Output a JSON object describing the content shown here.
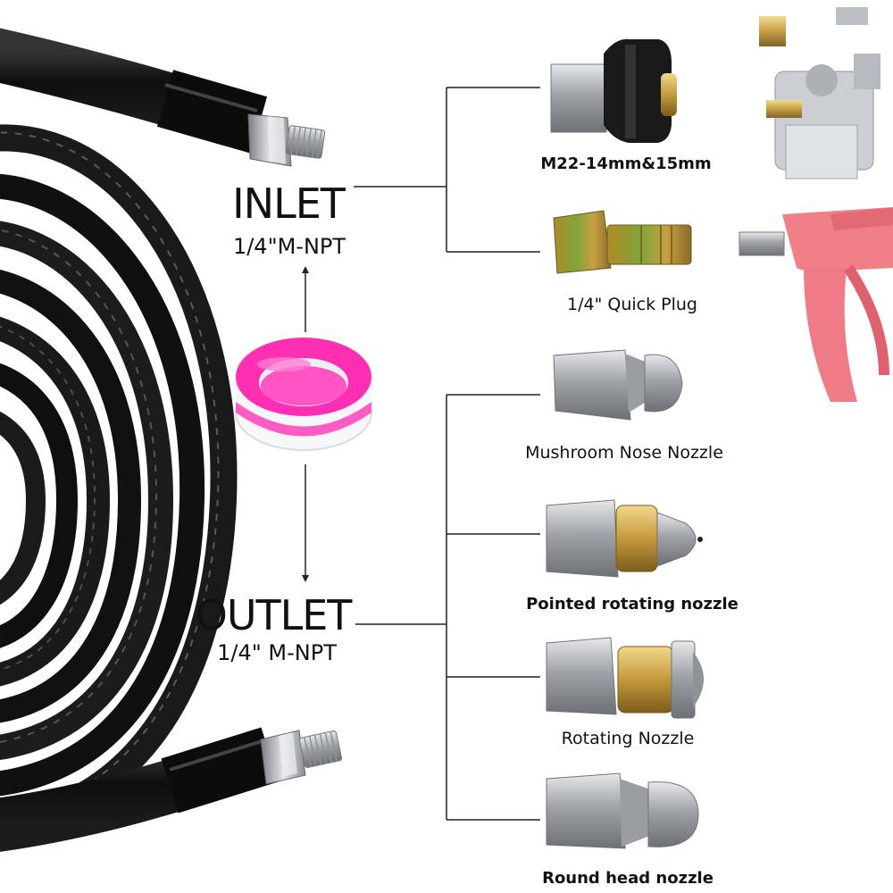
{
  "inlet": {
    "title": "INLET",
    "thread": "1/4\"M-NPT"
  },
  "outlet": {
    "title": "OUTLET",
    "thread": "1/4\" M-NPT"
  },
  "accessories": [
    {
      "label": "M22-14mm&15mm"
    },
    {
      "label": "1/4\" Quick Plug"
    },
    {
      "label": "Mushroom Nose Nozzle"
    },
    {
      "label": "Pointed rotating nozzle"
    },
    {
      "label": "Rotating Nozzle"
    },
    {
      "label": "Round head nozzle"
    }
  ],
  "colors": {
    "hose": "#141414",
    "tape_ring": "#ff2fb4",
    "tape_white": "#f4f6f8",
    "brass": "#c9a24a",
    "steel": "#b9bcc0",
    "gun": "#f07f88"
  }
}
